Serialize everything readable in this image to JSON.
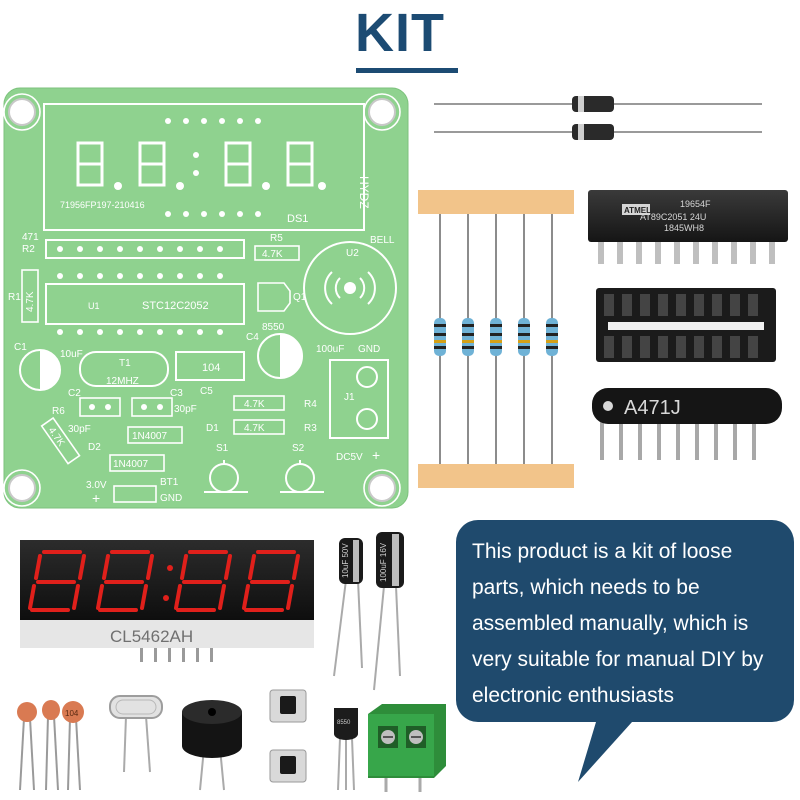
{
  "title": "KIT",
  "pcb": {
    "code": "71956FP197-210416",
    "brand": "HYDZ",
    "ds": "DS1",
    "r_net": "471",
    "r2": "R2",
    "r5": "R5",
    "r5_val": "4.7K",
    "u2": "U2",
    "bell": "BELL",
    "r1": "R1",
    "r1_val": "4.7K",
    "u1": "U1",
    "mcu": "STC12C2052",
    "q1": "Q1",
    "q_model": "8550",
    "c4": "C4",
    "c1": "C1",
    "c1_val": "10uF",
    "t1": "T1",
    "crystal": "12MHZ",
    "c104": "104",
    "c5": "C5",
    "c4_val": "100uF",
    "gnd": "GND",
    "c2": "C2",
    "c3": "C3",
    "j1": "J1",
    "r6": "R6",
    "r6_val": "4.7K",
    "r4_val": "4.7K",
    "r4": "R4",
    "pf_left": "30pF",
    "pf_right": "30pF",
    "d1": "D1",
    "r3_val": "4.7K",
    "r3": "R3",
    "d2": "D2",
    "diode1": "1N4007",
    "diode2": "1N4007",
    "s1": "S1",
    "s2": "S2",
    "dc": "DC5V",
    "plus": "+",
    "bt_volt": "3.0V",
    "bt1": "BT1",
    "bt_gnd": "GND",
    "bt_plus": "+"
  },
  "ic": {
    "brand": "ATMEL",
    "line1": "19654F",
    "line2": "AT89C2051 24U",
    "line3": "1845WH8"
  },
  "rnet_label": "A471J",
  "display_model": "CL5462AH",
  "cap_label": "104",
  "elcap": {
    "a": "10uF 50V",
    "b": "100uF 16V"
  },
  "transistor_label": "8550",
  "bubble": {
    "text": "This product is a kit of loose parts, which needs to be assembled manually, which is very suitable for manual DIY by electronic enthusiasts"
  },
  "colors": {
    "title": "#1c4b73",
    "pcb": "#8fd28f",
    "bubble": "#1f4a6d",
    "tape": "#f2c48a",
    "led": "#e0201b"
  }
}
